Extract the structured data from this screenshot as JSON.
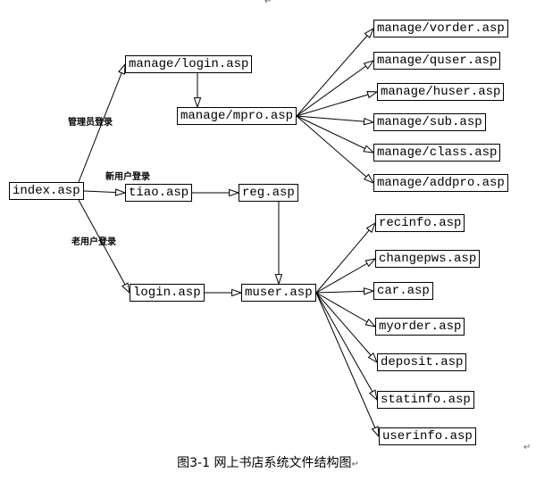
{
  "nodes": {
    "index": "index.asp",
    "manage_login": "manage/login.asp",
    "manage_mpro": "manage/mpro.asp",
    "manage_vorder": "manage/vorder.asp",
    "manage_quser": "manage/quser.asp",
    "manage_huser": "manage/huser.asp",
    "manage_sub": "manage/sub.asp",
    "manage_class": "manage/class.asp",
    "manage_addpro": "manage/addpro.asp",
    "tiao": "tiao.asp",
    "reg": "reg.asp",
    "login": "login.asp",
    "muser": "muser.asp",
    "recinfo": "recinfo.asp",
    "changepws": "changepws.asp",
    "car": "car.asp",
    "myorder": "myorder.asp",
    "deposit": "deposit.asp",
    "statinfo": "statinfo.asp",
    "userinfo": "userinfo.asp"
  },
  "edge_labels": {
    "admin_login": "管理员登录",
    "new_user_login": "新用户登录",
    "old_user_login": "老用户登录"
  },
  "edges": [
    [
      "index",
      "manage_login"
    ],
    [
      "index",
      "tiao"
    ],
    [
      "index",
      "login"
    ],
    [
      "manage_login",
      "manage_mpro"
    ],
    [
      "manage_mpro",
      "manage_vorder"
    ],
    [
      "manage_mpro",
      "manage_quser"
    ],
    [
      "manage_mpro",
      "manage_huser"
    ],
    [
      "manage_mpro",
      "manage_sub"
    ],
    [
      "manage_mpro",
      "manage_class"
    ],
    [
      "manage_mpro",
      "manage_addpro"
    ],
    [
      "tiao",
      "reg"
    ],
    [
      "reg",
      "muser"
    ],
    [
      "login",
      "muser"
    ],
    [
      "muser",
      "recinfo"
    ],
    [
      "muser",
      "changepws"
    ],
    [
      "muser",
      "car"
    ],
    [
      "muser",
      "myorder"
    ],
    [
      "muser",
      "deposit"
    ],
    [
      "muser",
      "statinfo"
    ],
    [
      "muser",
      "userinfo"
    ]
  ],
  "caption": "图3-1 网上书店系统文件结构图",
  "paragraph_mark": "↵"
}
